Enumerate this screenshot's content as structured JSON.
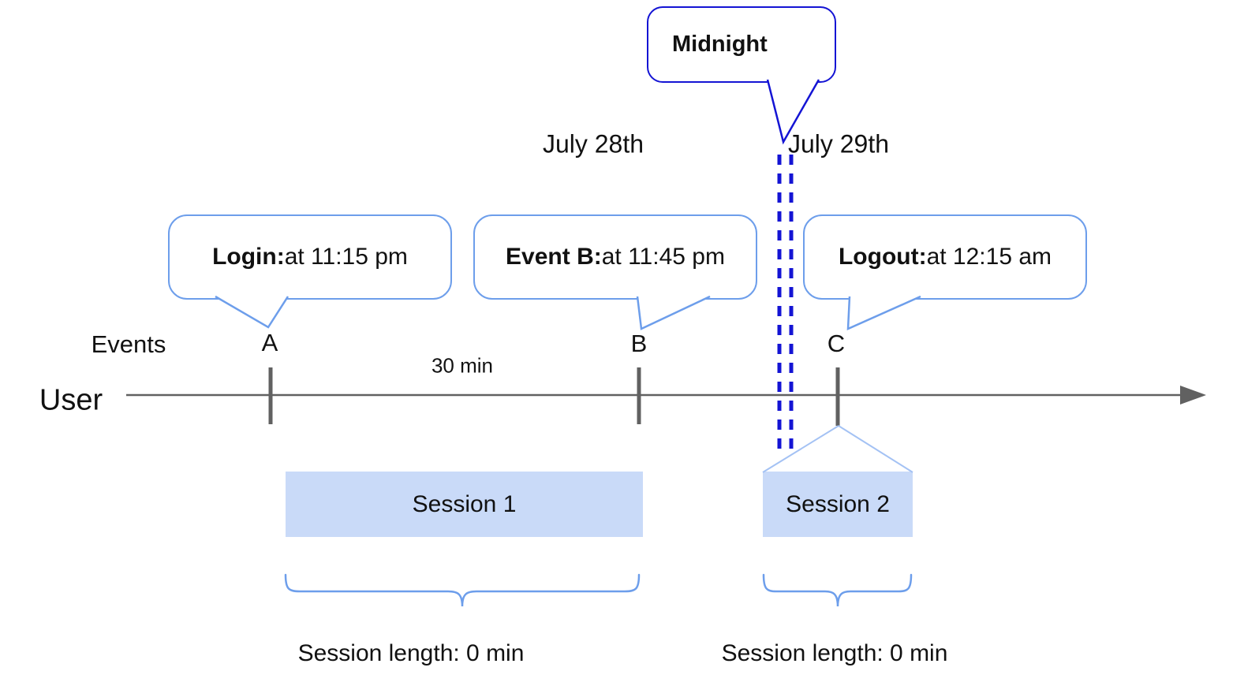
{
  "diagram": {
    "dates": {
      "before_midnight": "July 28th",
      "after_midnight": "July 29th"
    },
    "midnight": {
      "label": "Midnight"
    },
    "callouts": {
      "login": {
        "title": "Login:",
        "detail": " at 11:15 pm"
      },
      "event_b": {
        "title": "Event B:",
        "detail": " at 11:45 pm"
      },
      "logout": {
        "title": "Logout:",
        "detail": " at 12:15 am"
      }
    },
    "timeline": {
      "row_label": "User",
      "events_label": "Events",
      "gap_label": "30 min",
      "event_markers": {
        "a": "A",
        "b": "B",
        "c": "C"
      }
    },
    "sessions": {
      "s1": {
        "name": "Session 1",
        "length": "Session length: 0 min"
      },
      "s2": {
        "name": "Session 2",
        "length": "Session length: 0 min"
      }
    },
    "colors": {
      "strong_blue": "#1414d4",
      "callout_blue": "#6d9eeb",
      "session_fill_blue": "#c9daf8",
      "projection_blue": "#a4c2f4",
      "axis_gray": "#616161"
    }
  }
}
